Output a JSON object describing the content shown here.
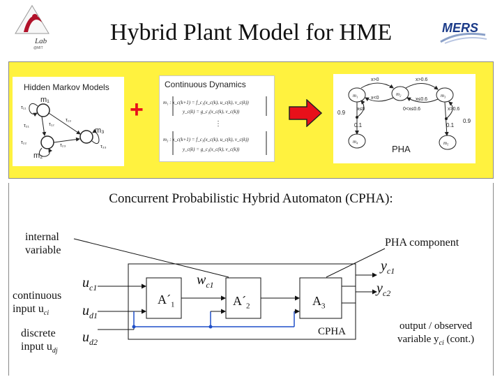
{
  "header": {
    "title": "Hybrid Plant Model for HME",
    "logo_left_text": "Lab",
    "logo_left_sub": "@MIT",
    "logo_right_text": "MERS"
  },
  "top_panel": {
    "hmm_title": "Hidden Markov Models",
    "hmm_labels": [
      "m₁",
      "m₂",
      "m₃",
      "τ₁₁",
      "τ₂₁",
      "τ₁₂",
      "τ₁₃",
      "τ₂₂",
      "τ₂₃",
      "τ₃₃"
    ],
    "plus_sign": "+",
    "continuous_title": "Continuous Dynamics",
    "equations": [
      "m₁ : x_c(k+1) = f_c₁(x_c(k), u_c(k), v_c(k))",
      "y_c(k) = g_c₁(x_c(k), v_c(k))",
      "⋮",
      "m₃ : x_c(k+1) = f_c₃(x_c(k), u_c(k), v_c(k))",
      "y_c(k) = g_c₃(x_c(k), v_c(k))"
    ],
    "pha_label": "PHA",
    "pha_states": [
      "m₁",
      "m₂",
      "m₃",
      "m₄",
      "m₅"
    ],
    "pha_guards": [
      "x>0",
      "x>0.6",
      "x<0",
      "x≤0.6",
      "x≤0",
      "0<x≤0.6",
      "x>0.6"
    ],
    "pha_probs": [
      "0.9",
      "0.1",
      "0.1",
      "0.9"
    ]
  },
  "bottom_panel": {
    "cpha_title": "Concurrent Probabilistic Hybrid Automaton (CPHA):",
    "internal_variable": [
      "internal",
      "variable"
    ],
    "pha_component": "PHA component",
    "continuous_input": [
      "continuous",
      "input u",
      "ci"
    ],
    "discrete_input": [
      "discrete",
      "input u",
      "dj"
    ],
    "inputs": [
      "u",
      "c1",
      "u",
      "d1",
      "u",
      "d2"
    ],
    "internal_w": [
      "w",
      "c1"
    ],
    "blocks": [
      "A",
      "1",
      "A",
      "2",
      "A",
      "3"
    ],
    "block_primes": [
      "´",
      "´"
    ],
    "outputs": [
      "y",
      "c1",
      "y",
      "c2"
    ],
    "cpha_label": "CPHA",
    "output_label": [
      "output / observed",
      "variable y",
      "ci",
      " (cont.)"
    ]
  },
  "colors": {
    "panel_yellow": "#fff23f",
    "arrow_red": "#e8101a",
    "wire_blue": "#1f4fc8",
    "text": "#111111"
  }
}
